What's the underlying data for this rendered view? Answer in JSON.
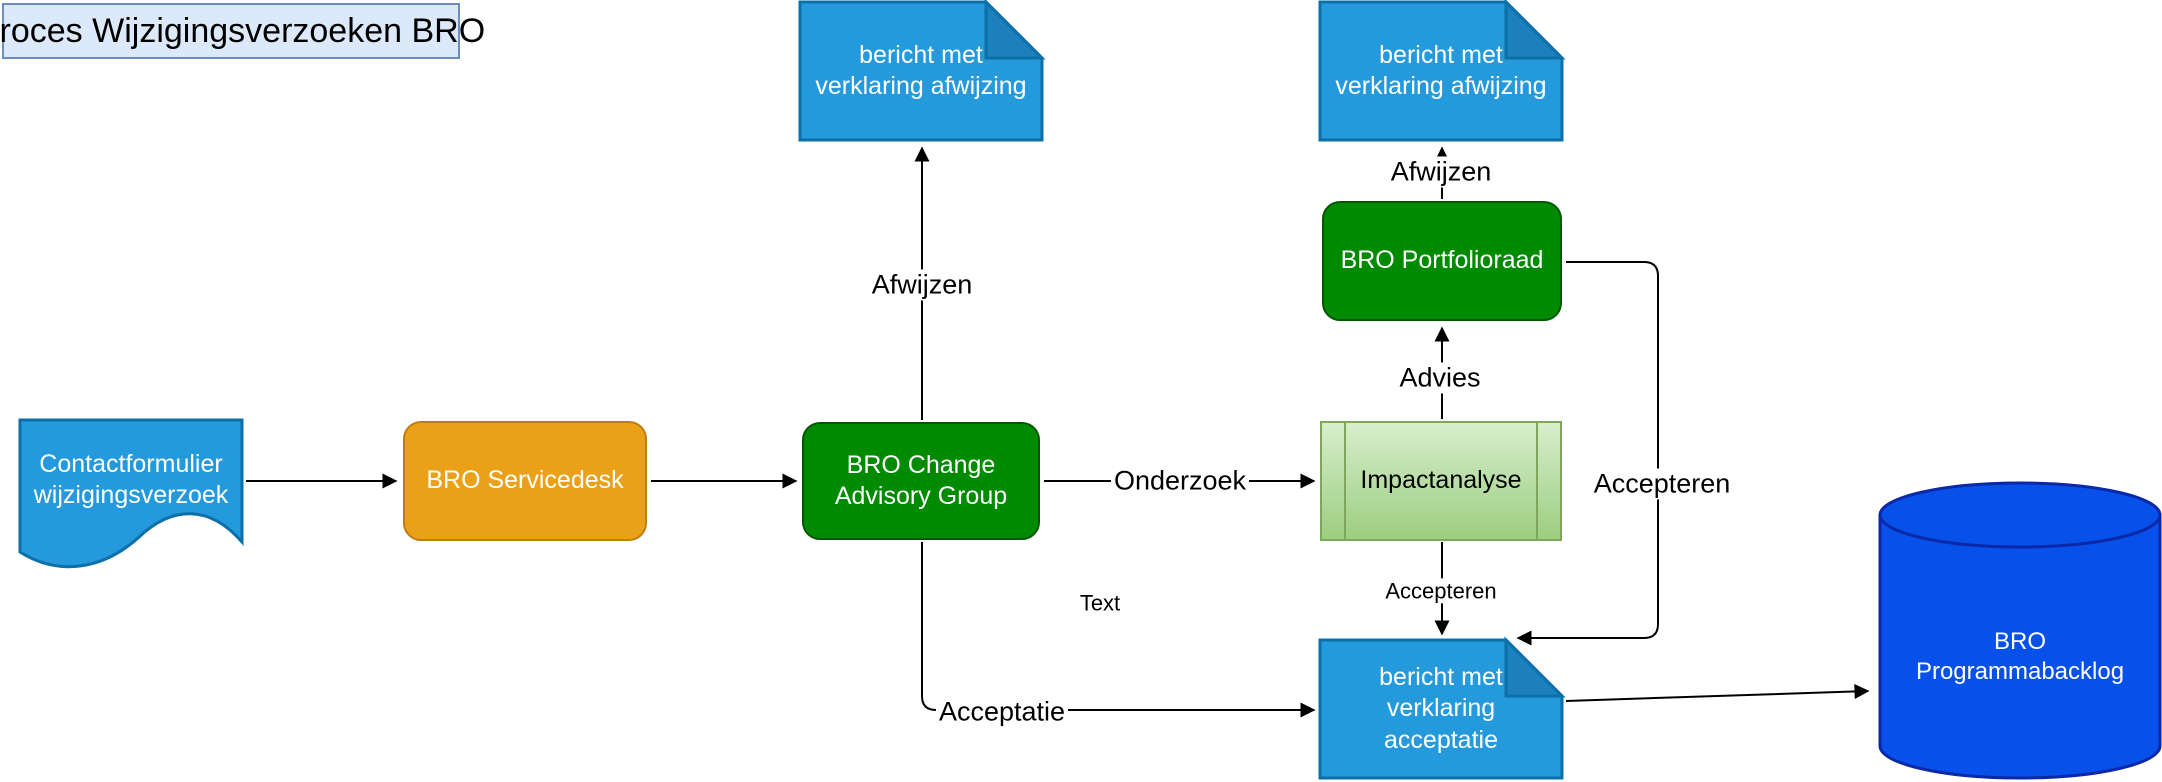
{
  "title": "Proces Wijzigingsverzoeken BRO",
  "nodes": {
    "contact_doc": {
      "label": "Contactformulier wijzigingsverzoek"
    },
    "servicedesk": {
      "label": "BRO Servicedesk"
    },
    "cag": {
      "label": "BRO Change Advisory Group"
    },
    "afwijzing_doc_left": {
      "label": "bericht met verklaring afwijzing"
    },
    "afwijzing_doc_right": {
      "label": "bericht met verklaring afwijzing"
    },
    "portfolioraad": {
      "label": "BRO Portfolioraad"
    },
    "impactanalyse": {
      "label": "Impactanalyse"
    },
    "acceptatie_doc": {
      "label": "bericht met verklaring acceptatie"
    },
    "backlog": {
      "label": "BRO Programmabacklog"
    }
  },
  "edge_labels": {
    "afwijzen_left": "Afwijzen",
    "onderzoek": "Onderzoek",
    "advies": "Advies",
    "afwijzen_right": "Afwijzen",
    "accepteren_loop": "Accepteren",
    "accepteren_down": "Accepteren",
    "acceptatie": "Acceptatie",
    "stray_text": "Text"
  },
  "colors": {
    "note-fill": "#2499DB",
    "note-fold": "#1D80BE",
    "note-stroke": "#0D6FA8",
    "green-fill": "#008A00",
    "green-stroke": "#005700",
    "orange-fill": "#EBA117",
    "orange-stroke": "#BE7D12",
    "impact-top": "#D7EECC",
    "impact-bottom": "#9CCE80",
    "impact-stroke": "#7FA65C",
    "cylinder-fill": "#0750EA",
    "cylinder-stroke": "#0A28A8",
    "title-fill": "#DCE9FB",
    "title-stroke": "#6C8EBF",
    "edge-color": "#000000",
    "text-light": "#FFFFFF",
    "text-dark": "#000000"
  }
}
